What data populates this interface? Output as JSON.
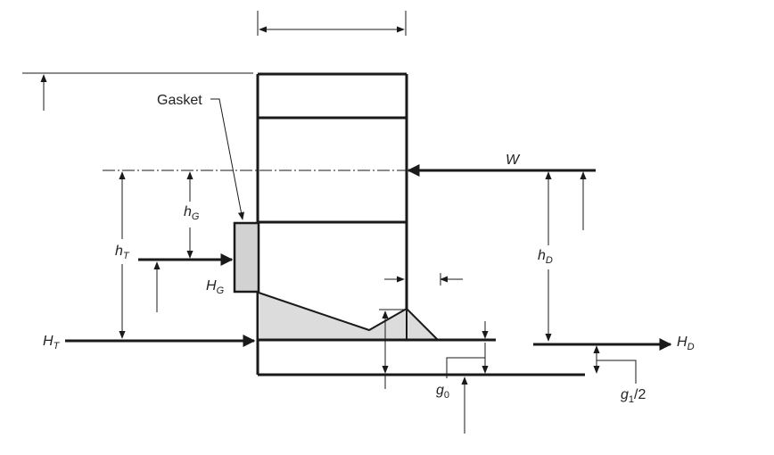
{
  "labels": {
    "gasket": "Gasket",
    "w": "W",
    "h": "h",
    "H": "H",
    "g": "g",
    "sub_G": "G",
    "sub_T": "T",
    "sub_D": "D",
    "sub_0": "0",
    "sub_1": "1",
    "half": "/2"
  }
}
